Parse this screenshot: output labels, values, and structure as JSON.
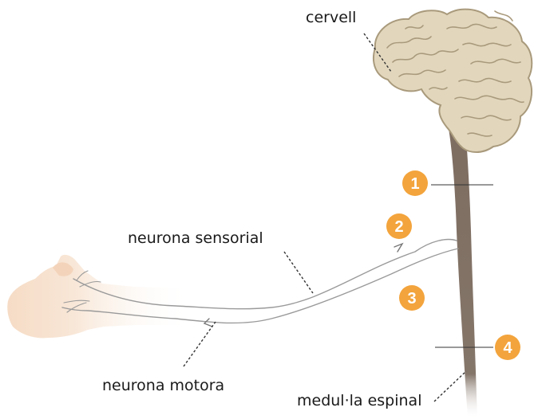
{
  "diagram": {
    "labels": {
      "brain": "cervell",
      "sensory_neuron": "neurona sensorial",
      "motor_neuron": "neurona motora",
      "spinal_cord": "medul·la espinal"
    },
    "markers": [
      "1",
      "2",
      "3",
      "4"
    ],
    "colors": {
      "marker": "#f3a43c",
      "brain_fill": "#e2d7bd",
      "brain_stroke": "#a99a7c",
      "spinal_cord": "#7d6c60",
      "skin": "#f7dfcb",
      "nerve": "#9a9a9a",
      "leader": "#333333"
    }
  }
}
